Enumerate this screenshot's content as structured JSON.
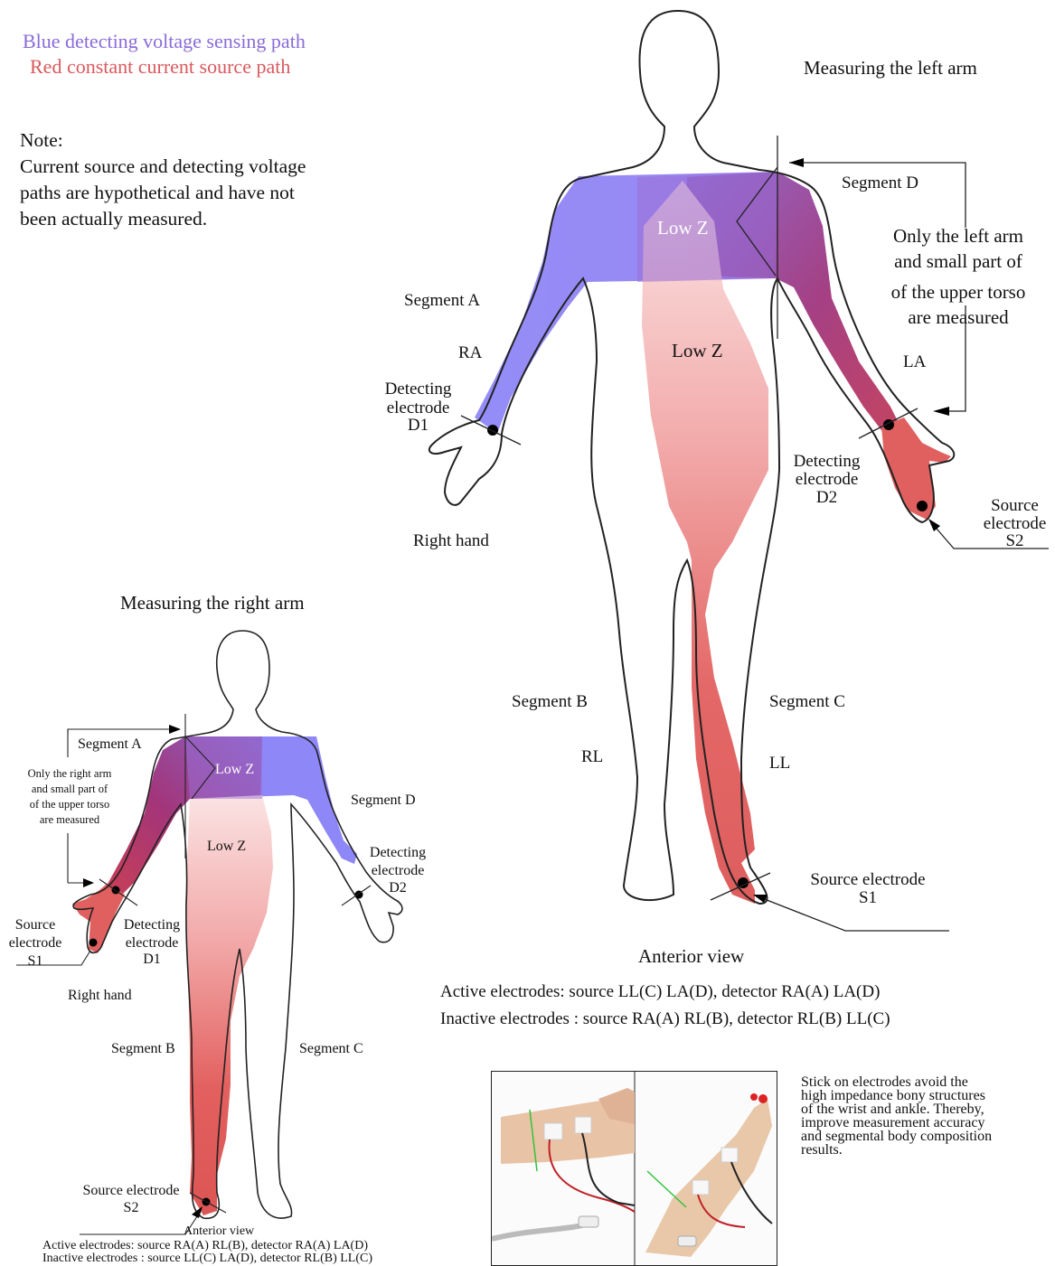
{
  "legend": {
    "blue": "Blue detecting voltage sensing path",
    "red": "Red constant current source path"
  },
  "note": {
    "title": "Note:",
    "lines": [
      "Current source and detecting voltage",
      "paths are hypothetical and have not",
      "been actually measured."
    ]
  },
  "left_arm_figure": {
    "title": "Measuring the left arm",
    "segment_a": "Segment A",
    "ra": "RA",
    "detecting_d1": [
      "Detecting",
      "electrode",
      "D1"
    ],
    "right_hand": "Right hand",
    "low_z_torso": "Low Z",
    "low_z_body": "Low Z",
    "segment_d": "Segment D",
    "only_left_arm": [
      "Only the left arm",
      "and small part of",
      "of the upper torso",
      "are measured"
    ],
    "la": "LA",
    "detecting_d2": [
      "Detecting",
      "electrode",
      "D2"
    ],
    "source_s2": [
      "Source",
      "electrode",
      "S2"
    ],
    "segment_b": "Segment B",
    "segment_c": "Segment C",
    "rl": "RL",
    "ll": "LL",
    "source_s1": [
      "Source electrode",
      "S1"
    ],
    "view": "Anterior view",
    "active": "Active electrodes: source LL(C) LA(D), detector RA(A) LA(D)",
    "inactive": "Inactive electrodes : source RA(A) RL(B), detector RL(B)  LL(C)"
  },
  "right_arm_figure": {
    "title": "Measuring the right arm",
    "segment_a": "Segment A",
    "only_right_arm": [
      "Only the right arm",
      "and small part of",
      "of the upper torso",
      "are measured"
    ],
    "low_z_torso": "Low Z",
    "low_z_body": "Low Z",
    "segment_d": "Segment D",
    "detecting_d2": [
      "Detecting",
      "electrode",
      "D2"
    ],
    "source_s1": [
      "Source",
      "electrode",
      "S1"
    ],
    "detecting_d1": [
      "Detecting",
      "electrode",
      "D1"
    ],
    "right_hand": "Right hand",
    "segment_b": "Segment B",
    "segment_c": "Segment C",
    "source_s2": [
      "Source electrode",
      "S2"
    ],
    "view": "Anterior view",
    "active": "Active electrodes: source RA(A) RL(B), detector RA(A) LA(D)",
    "inactive": "Inactive electrodes : source LL(C) LA(D), detector RL(B) LL(C)"
  },
  "stick_on_note": [
    "Stick on electrodes avoid the",
    "high impedance bony structures",
    "of the wrist and ankle. Thereby,",
    "improve measurement accuracy",
    "and segmental body composition",
    "results."
  ],
  "colors": {
    "blue_path": "#8e87f7",
    "red_path": "#e0605f",
    "purple_mix": "#8f3f93",
    "magenta_mix": "#b0306a",
    "outline": "#222222"
  }
}
